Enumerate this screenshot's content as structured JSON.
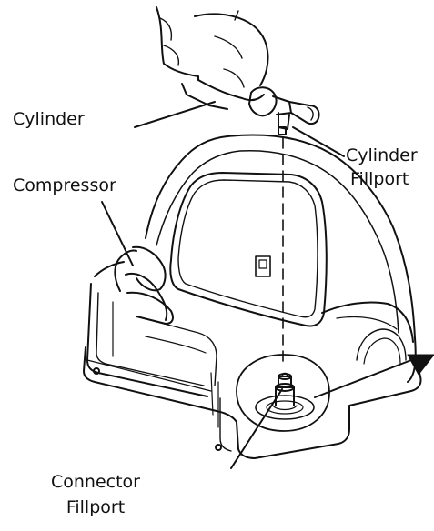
{
  "labels": {
    "cylinder": "Cylinder",
    "compressor": "Compressor",
    "cylinder_fillport_line1": "Cylinder",
    "cylinder_fillport_line2": "Fillport",
    "connector_fillport_line1": "Connector",
    "connector_fillport_line2": "Fillport"
  },
  "colors": {
    "stroke": "#111111",
    "background": "#ffffff"
  }
}
